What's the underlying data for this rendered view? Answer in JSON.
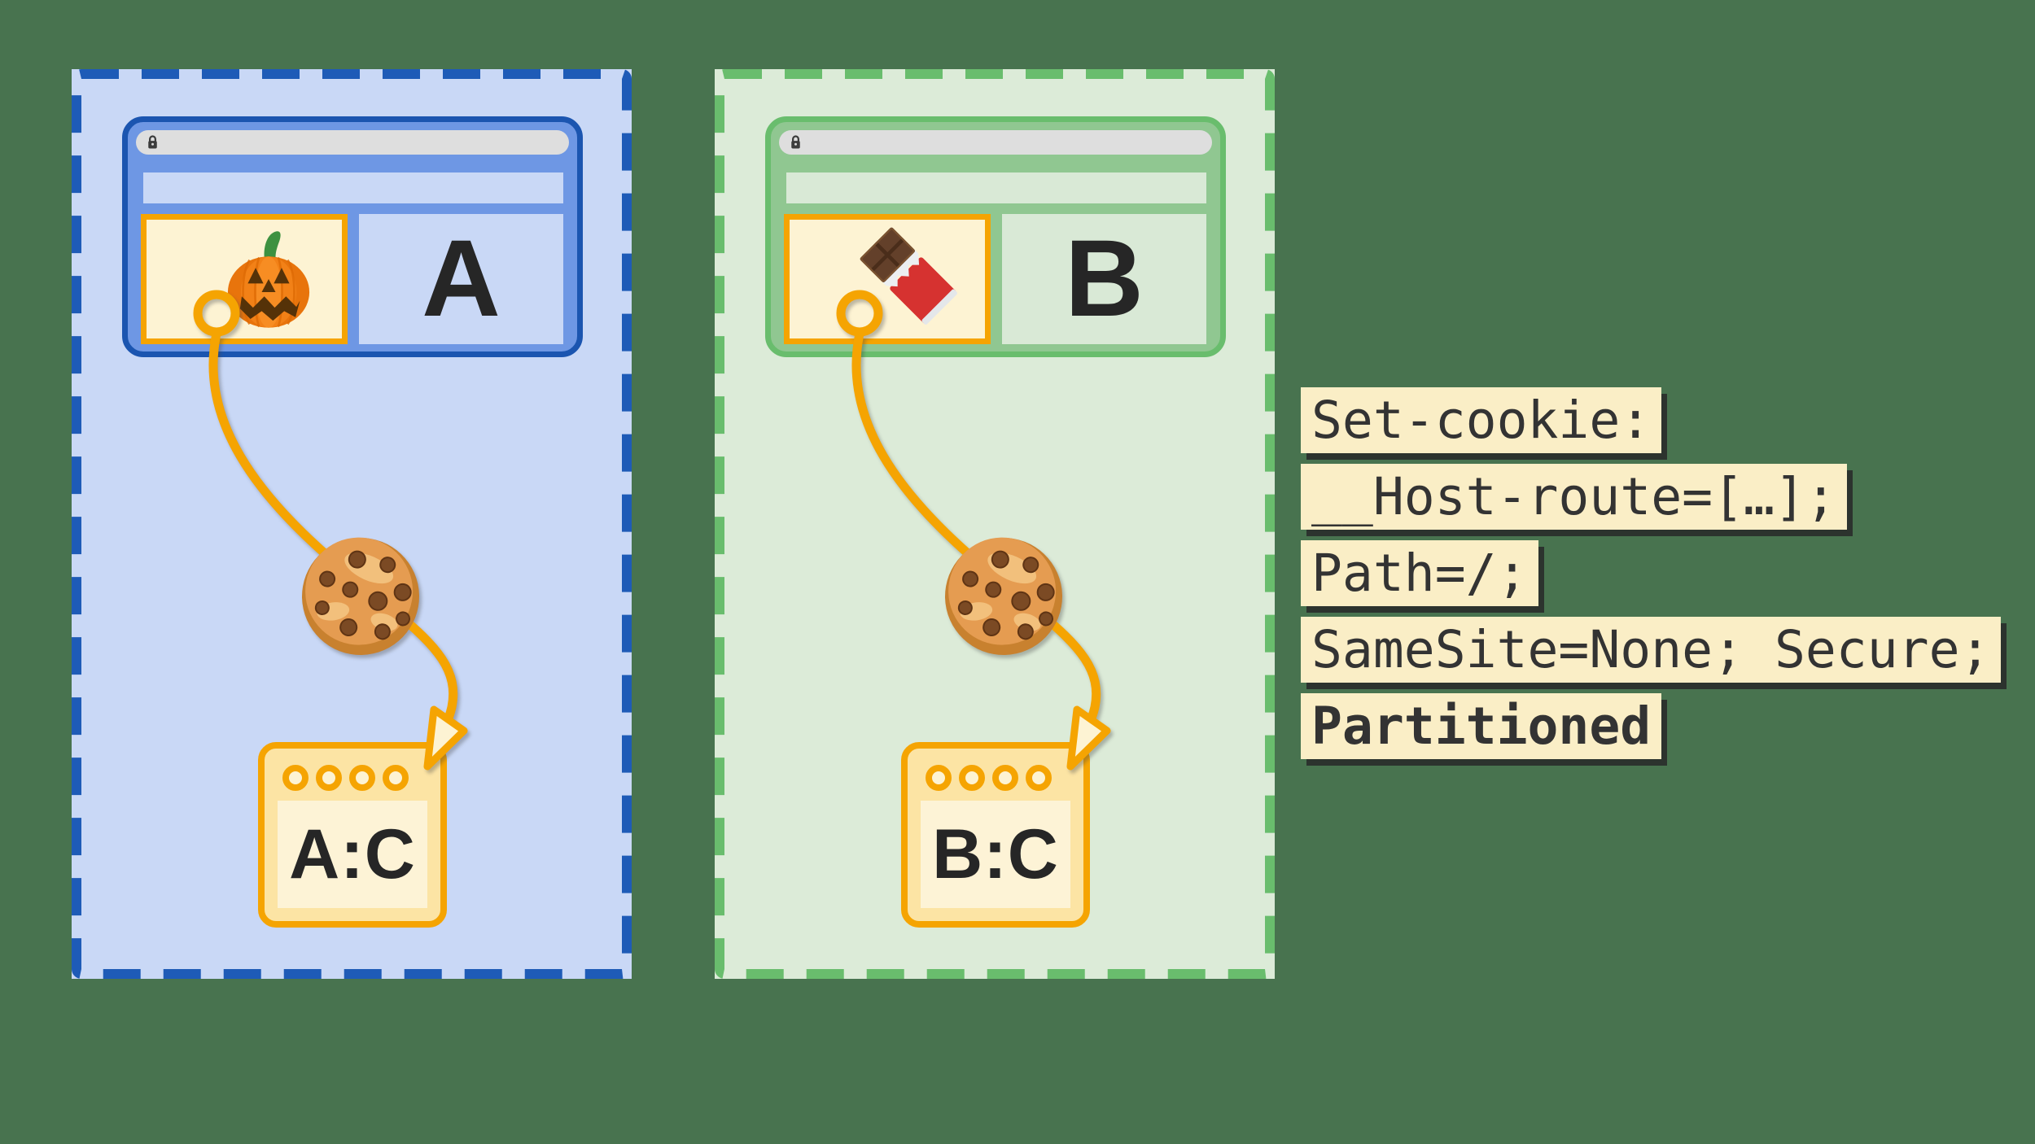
{
  "background_color": "#48734f",
  "accent_orange": "#f5a402",
  "sites": [
    {
      "letter": "A",
      "partition_label": "A:C",
      "embed_icon": "jack-o-lantern-icon",
      "theme": {
        "dash": "#1e5bb7",
        "panel_fill": "#c9d8f6",
        "window_fill": "#6e97e4",
        "window_border": "#1b55b0",
        "bar_fill": "#c9d8f6"
      }
    },
    {
      "letter": "B",
      "partition_label": "B:C",
      "embed_icon": "chocolate-bar-icon",
      "theme": {
        "dash": "#69bd6d",
        "panel_fill": "#dcebd8",
        "window_fill": "#90c791",
        "window_border": "#69bd6d",
        "bar_fill": "#d9e9d6"
      }
    }
  ],
  "browser": {
    "address_bar_fill": "#dedede",
    "lock_icon": "lock-icon"
  },
  "cookie": {
    "icon": "cookie-icon",
    "embed_frame_fill": "#fdf3d3",
    "storage_fill": "#fce4a4",
    "storage_inner_fill": "#fdf3d6"
  },
  "code_block": {
    "bg": "#faeec6",
    "text_color": "#333333",
    "shadow_color": "#282828",
    "bold_line_index": 4,
    "lines": [
      "Set-cookie:",
      "__Host-route=[…];",
      "Path=/;",
      "SameSite=None; Secure;",
      "Partitioned"
    ]
  }
}
